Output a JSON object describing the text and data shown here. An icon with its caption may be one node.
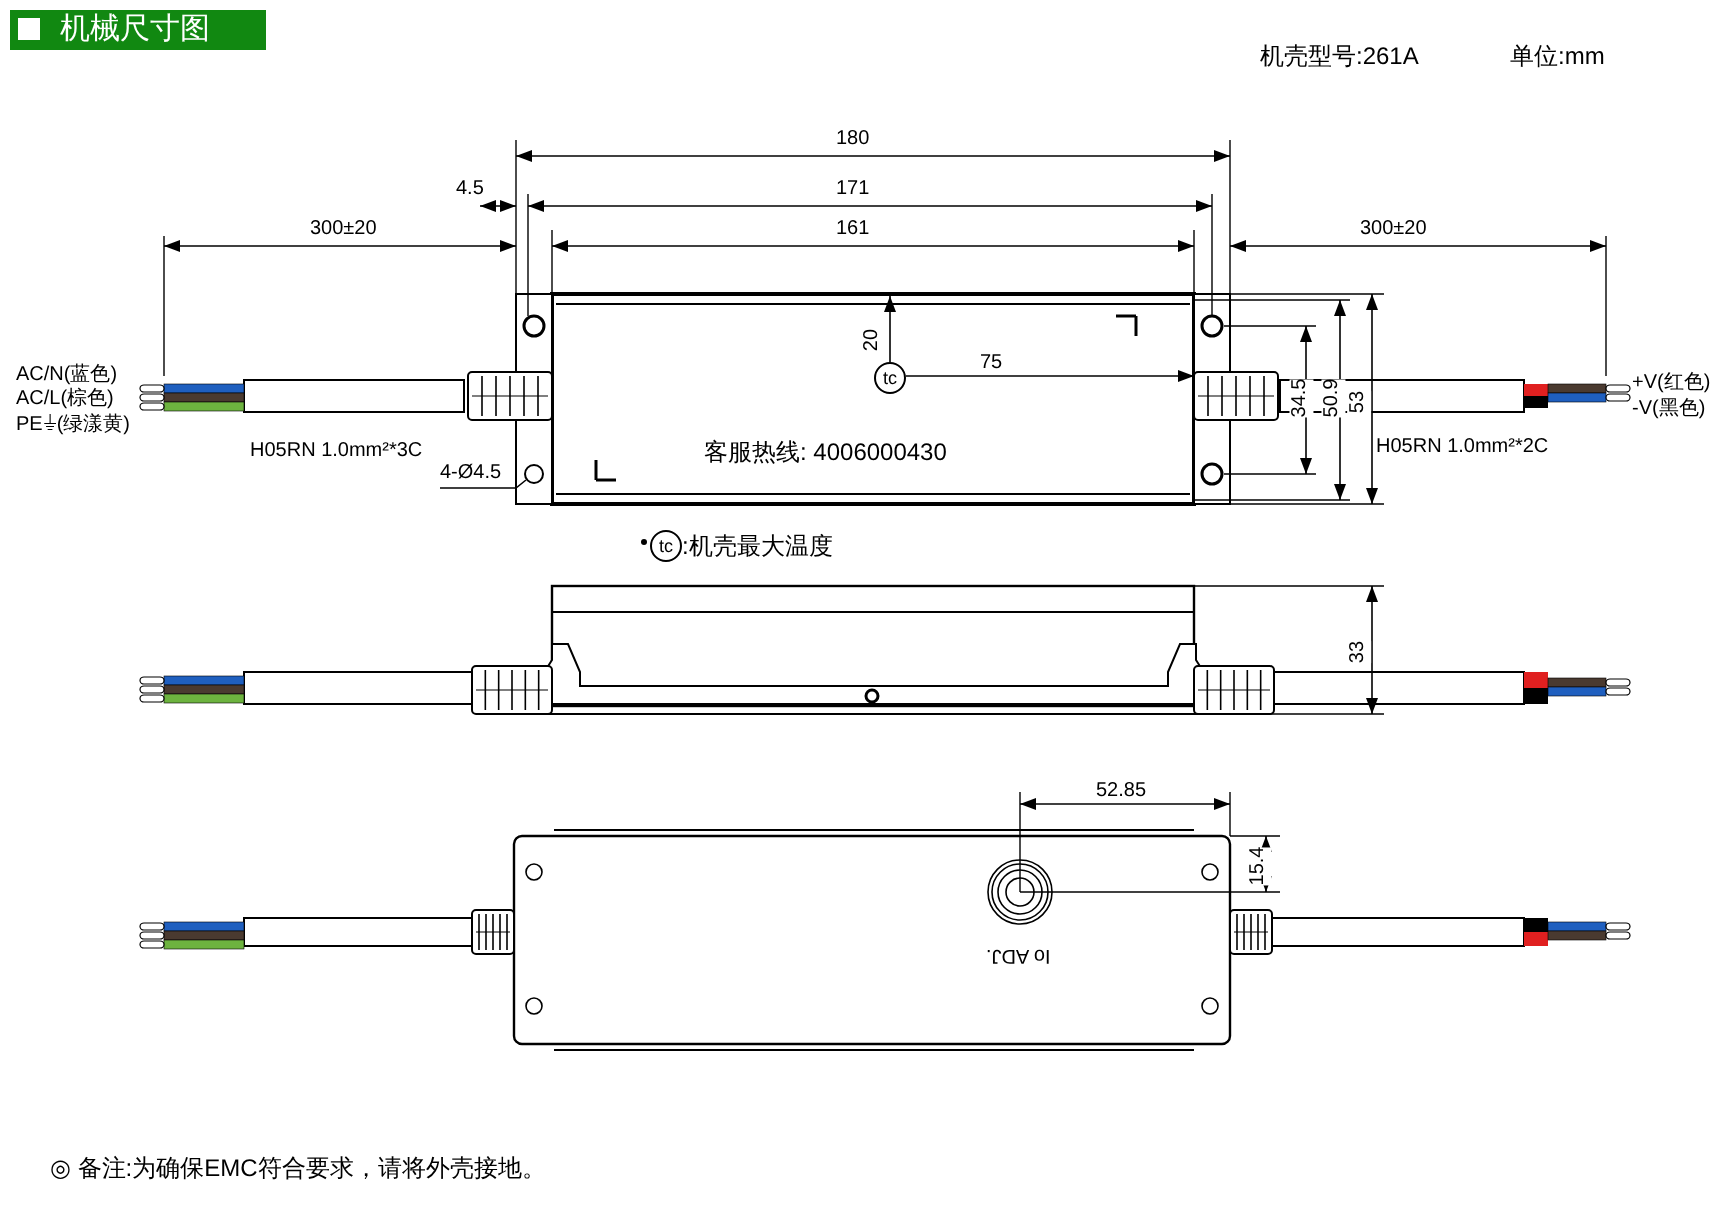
{
  "diagram": {
    "title": "机械尺寸图",
    "nodes": [
      {
        "text": [
          "4-Ø4.5"
        ]
      },
      {
        "text": [],
        "shape": "circle"
      }
    ],
    "edges": [
      {
        "from": 0,
        "to": 1,
        "arrow": "none"
      }
    ],
    "labels": [
      "机壳型号:261A",
      "单位:mm",
      "180",
      "4.5",
      "171",
      "300±20",
      "161",
      "300±20",
      "AC/N(蓝色)",
      "AC/L(棕色)",
      "PE⏚(绿漾黄)",
      "H05RN 1.0mm²*3C",
      "20",
      "tc",
      "75",
      "客服热线: 4006000430",
      "34.5",
      "50.9",
      "53",
      "+V(红色)",
      "-V(黑色)",
      "H05RN 1.0mm²*2C",
      "tc",
      ":机壳最大温度",
      "33",
      "52.85",
      "15.4",
      "Io ADJ.",
      "◎ 备注:为确保EMC符合要求，请将外壳接地。"
    ]
  }
}
